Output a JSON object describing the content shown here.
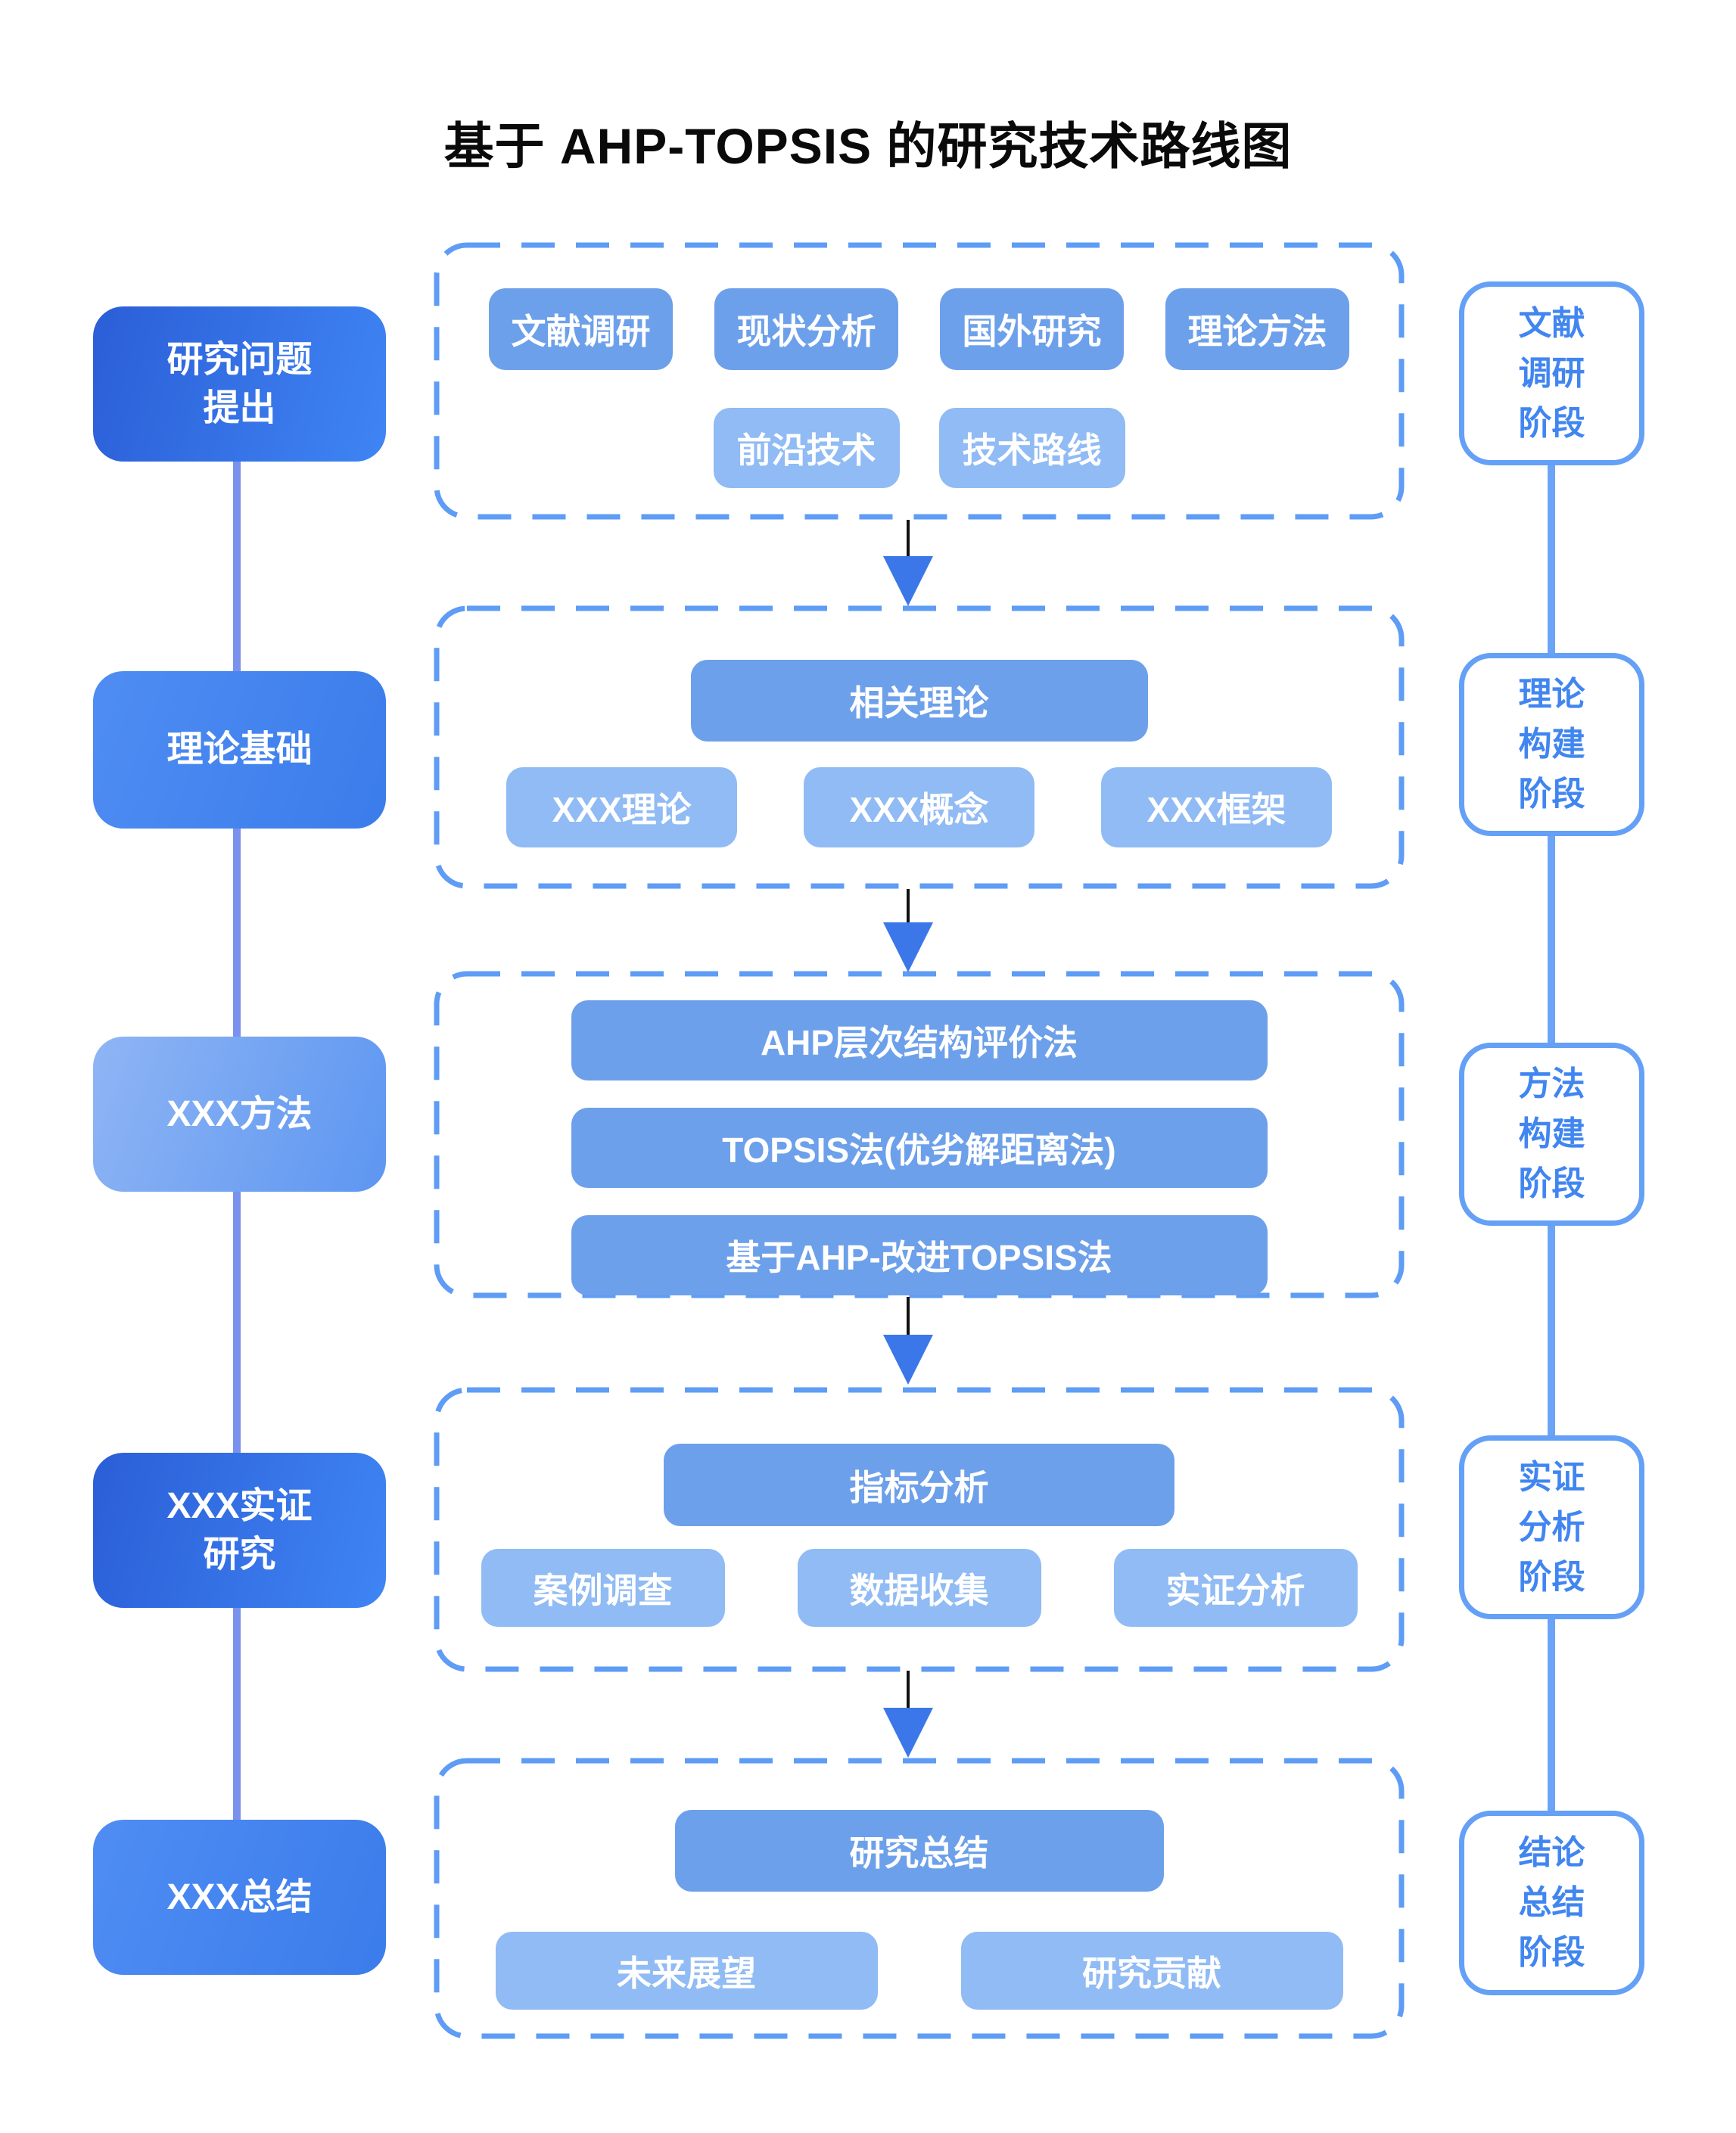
{
  "title": "基于 AHP-TOPSIS 的研究技术路线图",
  "colors": {
    "stage_dark_start": "#2b5ed7",
    "stage_dark_end": "#3f85f4",
    "stage_medium_start": "#4f8df3",
    "stage_medium_end": "#3b7ceb",
    "stage_light_start": "#8fb5f4",
    "stage_light_end": "#5d96f1",
    "chip_primary": "#6da0ea",
    "chip_light": "#90bbf4",
    "dashed_border": "#5e9cf5",
    "phase_border": "#64a0f6",
    "phase_text": "#4186f0",
    "left_line": "#7b91ee",
    "right_line": "#6ba4f7",
    "arrow_head": "#3b77e8",
    "arrow_stem": "#111111",
    "title_text": "#0a0a0a"
  },
  "sections": [
    {
      "stage": "研究问题\n提出",
      "phase": "文献\n调研\n阶段",
      "chips": {
        "row1": [
          "文献调研",
          "现状分析",
          "国外研究",
          "理论方法"
        ],
        "row2": [
          "前沿技术",
          "技术路线"
        ]
      }
    },
    {
      "stage": "理论基础",
      "phase": "理论\n构建\n阶段",
      "chips": {
        "main": "相关理论",
        "row": [
          "XXX理论",
          "XXX概念",
          "XXX框架"
        ]
      }
    },
    {
      "stage": "XXX方法",
      "phase": "方法\n构建\n阶段",
      "chips": {
        "stack": [
          "AHP层次结构评价法",
          "TOPSIS法(优劣解距离法)",
          "基于AHP-改进TOPSIS法"
        ]
      }
    },
    {
      "stage": "XXX实证\n研究",
      "phase": "实证\n分析\n阶段",
      "chips": {
        "main": "指标分析",
        "row": [
          "案例调查",
          "数据收集",
          "实证分析"
        ]
      }
    },
    {
      "stage": "XXX总结",
      "phase": "结论\n总结\n阶段",
      "chips": {
        "main": "研究总结",
        "row": [
          "未来展望",
          "研究贡献"
        ]
      }
    }
  ]
}
